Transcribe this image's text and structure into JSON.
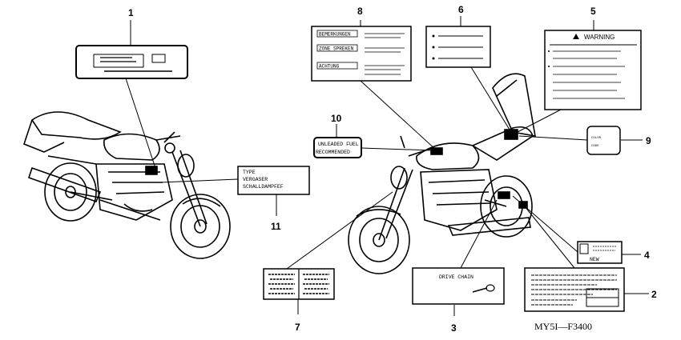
{
  "callouts": [
    "1",
    "2",
    "3",
    "4",
    "5",
    "6",
    "7",
    "8",
    "9",
    "10",
    "11"
  ],
  "labels": {
    "type_label_lines": [
      "TYPE",
      "VERGASER",
      "SCHALLDAMPFEF"
    ],
    "fuel_label_lines": [
      "UNLEADED FUEL",
      "RECOMMENDED"
    ],
    "warning_title": "WARNING",
    "drive_chain": "DRIVE CHAIN",
    "color_code_lines": [
      "COLOR",
      "CODE"
    ],
    "new": "NEW",
    "multi_label_rows": [
      "BEMERKUNGEN",
      "ZONE SPREKEN",
      "ACHTUNG"
    ]
  },
  "part_code": "MY5I—F3400"
}
